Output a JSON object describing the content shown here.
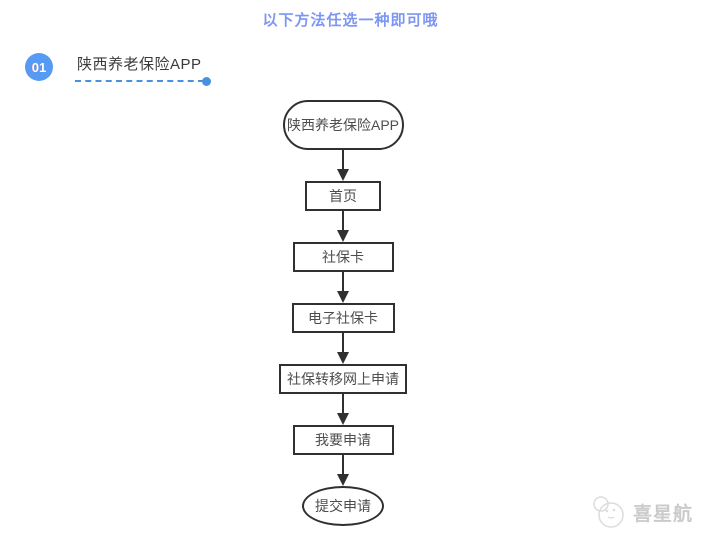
{
  "page": {
    "title": "以下方法任选一种即可哦"
  },
  "section": {
    "badge": "01",
    "label": "陕西养老保险APP"
  },
  "flowchart": {
    "nodes": [
      {
        "label": "陕西养老保险APP",
        "shape": "terminator-rounded"
      },
      {
        "label": "首页",
        "shape": "process"
      },
      {
        "label": "社保卡",
        "shape": "process"
      },
      {
        "label": "电子社保卡",
        "shape": "process"
      },
      {
        "label": "社保转移网上申请",
        "shape": "process"
      },
      {
        "label": "我要申请",
        "shape": "process"
      },
      {
        "label": "提交申请",
        "shape": "terminator-ellipse"
      }
    ],
    "connector": "down-arrow"
  },
  "watermark": {
    "brand": "喜星航",
    "icon": "xixinghang-mascot-icon"
  },
  "colors": {
    "title_blue": "#7d96f2",
    "badge_blue": "#579af3",
    "dashed_underline_blue": "#4a90e2",
    "node_border": "#303030",
    "node_text": "#4d4d4d",
    "watermark_gray": "#cbcbcb",
    "background": "#ffffff"
  }
}
